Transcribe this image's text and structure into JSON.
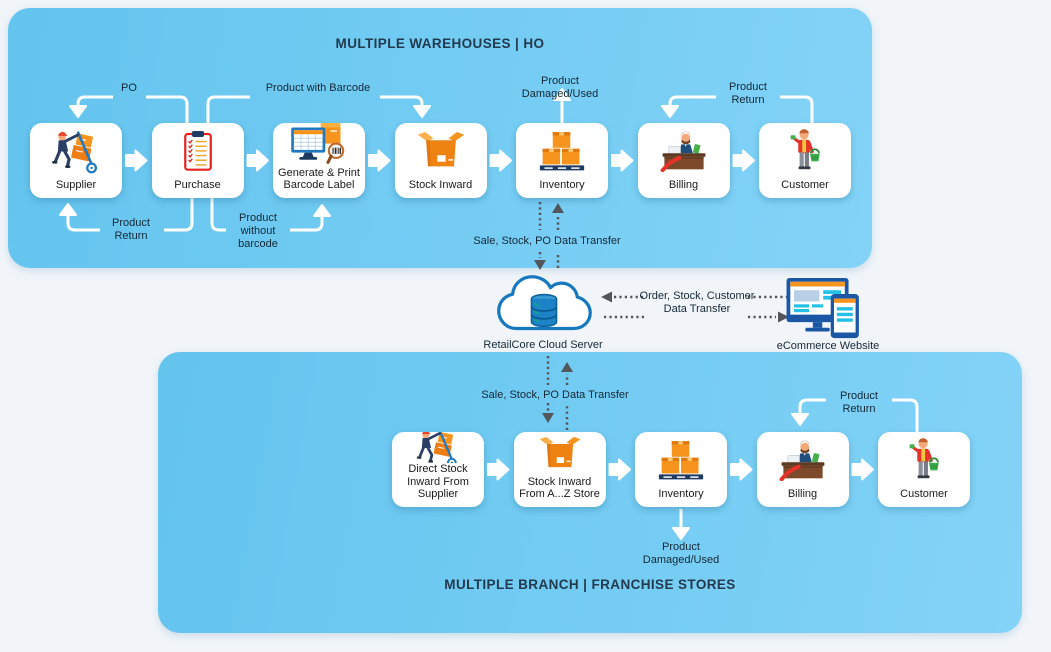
{
  "top_panel": {
    "title": "MULTIPLE WAREHOUSES | HO",
    "nodes": [
      {
        "label": "Supplier",
        "icon": "supplier-icon"
      },
      {
        "label": "Purchase",
        "icon": "purchase-icon"
      },
      {
        "label": "Generate & Print Barcode Label",
        "icon": "barcode-label-icon"
      },
      {
        "label": "Stock Inward",
        "icon": "stock-inward-icon"
      },
      {
        "label": "Inventory",
        "icon": "inventory-icon"
      },
      {
        "label": "Billing",
        "icon": "billing-icon"
      },
      {
        "label": "Customer",
        "icon": "customer-icon"
      }
    ],
    "flow_labels": {
      "po": "PO",
      "product_with_barcode": "Product with Barcode",
      "product_return_supplier": "Product Return",
      "product_without_barcode": "Product without barcode",
      "product_damaged_used": "Product Damaged/Used",
      "product_return_customer": "Product Return"
    }
  },
  "cloud": {
    "label": "RetailCore Cloud Server",
    "icon": "cloud-server-icon",
    "sync_top_label": "Sale, Stock, PO Data Transfer",
    "sync_bottom_label": "Sale, Stock, PO Data Transfer",
    "ecommerce_label": "eCommerce Website",
    "ecommerce_icon": "ecommerce-icon",
    "ecommerce_transfer_label": "Order, Stock, Customer Data Transfer"
  },
  "bottom_panel": {
    "title": "MULTIPLE BRANCH | FRANCHISE STORES",
    "nodes": [
      {
        "label": "Direct Stock Inward From Supplier",
        "icon": "supplier-icon"
      },
      {
        "label": "Stock Inward From A...Z Store",
        "icon": "stock-inward-icon"
      },
      {
        "label": "Inventory",
        "icon": "inventory-icon"
      },
      {
        "label": "Billing",
        "icon": "billing-icon"
      },
      {
        "label": "Customer",
        "icon": "customer-icon"
      }
    ],
    "flow_labels": {
      "product_damaged_used": "Product Damaged/Used",
      "product_return_customer": "Product Return"
    }
  },
  "colors": {
    "panel_blue": "#71cbf2",
    "page_background": "#f1f5f9",
    "connector_white": "#ffffff",
    "dotted_gray": "#53575b",
    "title_text": "#233a4e",
    "accent_orange": "#f7941e",
    "accent_blue": "#1b75bb",
    "accent_red": "#e6332a",
    "accent_green": "#46b14b"
  }
}
